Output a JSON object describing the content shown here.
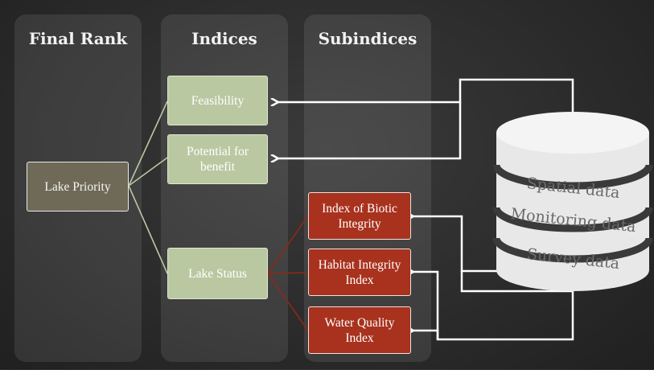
{
  "columns": {
    "final_rank": "Final Rank",
    "indices": "Indices",
    "subindices": "Subindices"
  },
  "nodes": {
    "lake_priority": "Lake Priority",
    "feasibility": "Feasibility",
    "potential_for_benefit": "Potential for benefit",
    "lake_status": "Lake Status",
    "index_of_biotic_integrity": "Index of Biotic Integrity",
    "habitat_integrity_index": "Habitat Integrity Index",
    "water_quality_index": "Water Quality Index"
  },
  "database": {
    "labels": [
      "Spatial data",
      "Monitoring data",
      "Survey data"
    ]
  },
  "colors": {
    "background": "#2c2c2c",
    "rank_box": "#6f6a58",
    "index_box": "#b9c8a1",
    "subindex_box": "#a8321e",
    "connector_green": "#b9c8a1",
    "connector_red": "#8a2a1a",
    "arrow": "#ffffff"
  }
}
